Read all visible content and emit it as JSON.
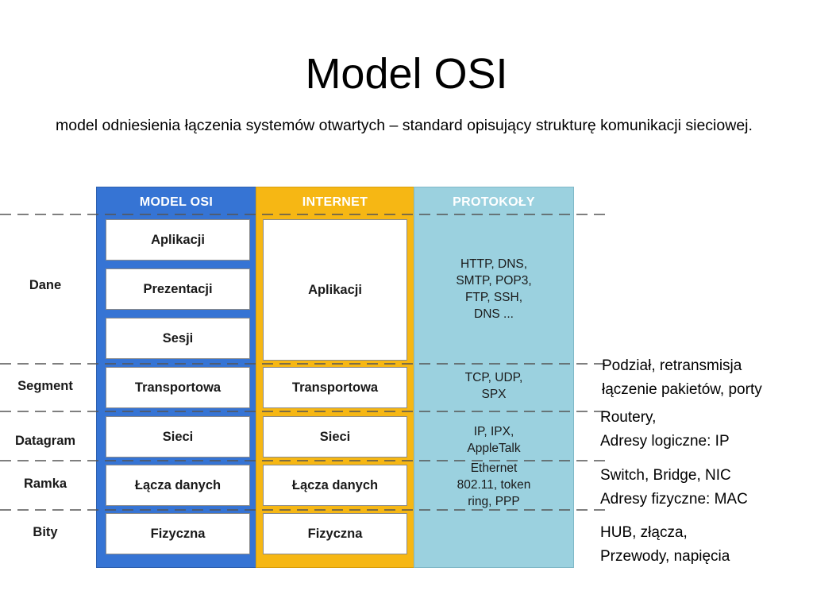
{
  "title": "Model OSI",
  "subtitle": "model odniesienia łączenia systemów otwartych – standard opisujący strukturę komunikacji sieciowej.",
  "columns": {
    "osi": "MODEL OSI",
    "internet": "INTERNET",
    "protocols": "PROTOKOŁY"
  },
  "osi_layers": [
    "Aplikacji",
    "Prezentacji",
    "Sesji",
    "Transportowa",
    "Sieci",
    "Łącza danych",
    "Fizyczna"
  ],
  "internet_layers": [
    "Aplikacji",
    "Transportowa",
    "Sieci",
    "Łącza danych",
    "Fizyczna"
  ],
  "protocols": {
    "application": [
      "HTTP, DNS,",
      "SMTP, POP3,",
      "FTP, SSH,",
      "DNS ..."
    ],
    "transport": [
      "TCP, UDP,",
      "SPX"
    ],
    "network": [
      "IP, IPX,",
      "AppleTalk"
    ],
    "datalink": [
      "Ethernet",
      "802.11, token",
      "ring, PPP"
    ]
  },
  "units": [
    "Dane",
    "Segment",
    "Datagram",
    "Ramka",
    "Bity"
  ],
  "notes": {
    "transport": [
      "Podział, retransmisja",
      "łączenie pakietów, porty"
    ],
    "network": [
      "Routery,",
      "Adresy logiczne: IP"
    ],
    "datalink": [
      "Switch, Bridge, NIC",
      "Adresy fizyczne: MAC"
    ],
    "physical": [
      "HUB, złącza,",
      "Przewody, napięcia"
    ]
  },
  "colors": {
    "osi": "#3674d4",
    "internet": "#f6b714",
    "protocols": "#9bd1df"
  }
}
